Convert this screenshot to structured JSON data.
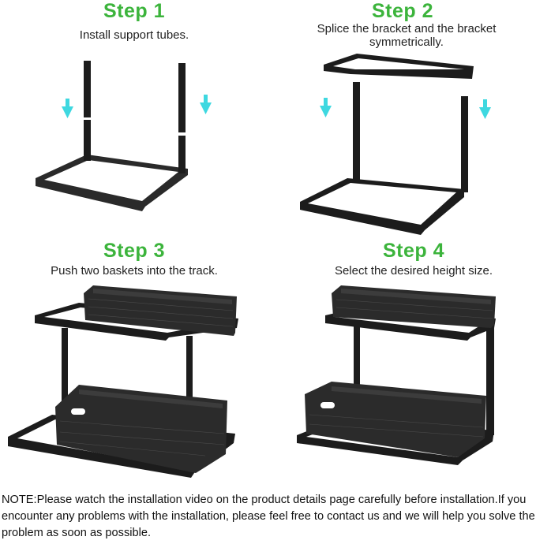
{
  "steps": [
    {
      "title": "Step 1",
      "description": "Install support tubes."
    },
    {
      "title": "Step 2",
      "description": "Splice the bracket and the bracket symmetrically."
    },
    {
      "title": "Step 3",
      "description": "Push two baskets into the track."
    },
    {
      "title": "Step 4",
      "description": "Select the desired height size."
    }
  ],
  "note": "NOTE:Please watch the installation video on the product details page carefully before installation.If you encounter any problems with the installation, please feel free to contact us and we will help you solve the problem as soon as possible.",
  "colors": {
    "step_title": "#3cb43c",
    "arrow": "#3ed8e0",
    "metal": "#1c1c1c"
  }
}
